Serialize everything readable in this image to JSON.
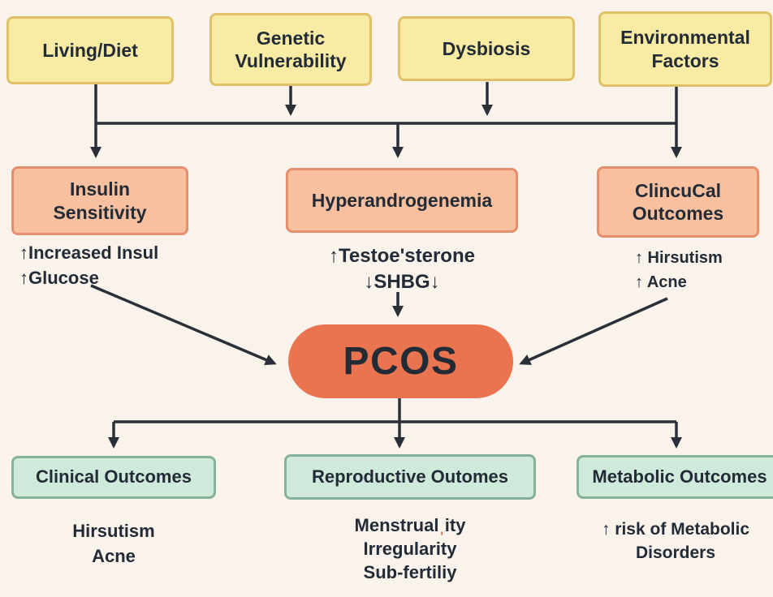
{
  "colors": {
    "background": "#f9f3ec",
    "yellow_fill": "#f8eba3",
    "yellow_border": "#dfc169",
    "orange_fill": "#f9c0a0",
    "orange_border": "#e58f6e",
    "pcos_fill": "#ea7450",
    "green_fill": "#cfe9db",
    "green_border": "#85b29a",
    "ink": "#222b36",
    "arrow": "#2b3038",
    "red_mark": "#e0543f"
  },
  "top_row": {
    "living_diet": "Living/Diet",
    "genetic": "Genetic Vulnerability",
    "dysbiosis": "Dysbiosis",
    "environmental": "Environmental Factors"
  },
  "mid_row": {
    "insulin": {
      "label": "Insulin Sensitivity",
      "lines": [
        "↑Increased Insul",
        "↑Glucose"
      ]
    },
    "hyperandrogenemia": {
      "label": "Hyperandrogenemia",
      "lines": [
        "↑Testoe'sterone",
        "↓SHBG↓"
      ]
    },
    "clinical": {
      "label": "ClincuCal Outcomes",
      "lines": [
        "↑ Hirsutism",
        "↑ Acne"
      ]
    }
  },
  "center": {
    "label": "PCOS"
  },
  "bottom_row": {
    "clinical": {
      "label": "Clinical Outcomes",
      "lines": [
        "Hirsutism",
        "Acne"
      ]
    },
    "reproductive": {
      "label": "Reproductive Outomes",
      "line1_before": "Menstrual",
      "line1_mark": "ˌ",
      "line1_after": "ity",
      "line2": "Irregularity",
      "line3": "Sub-fertiliy"
    },
    "metabolic": {
      "label": "Metabolic Outcomes",
      "lines": [
        "↑ risk of Metabolic",
        "Disorders"
      ]
    }
  }
}
